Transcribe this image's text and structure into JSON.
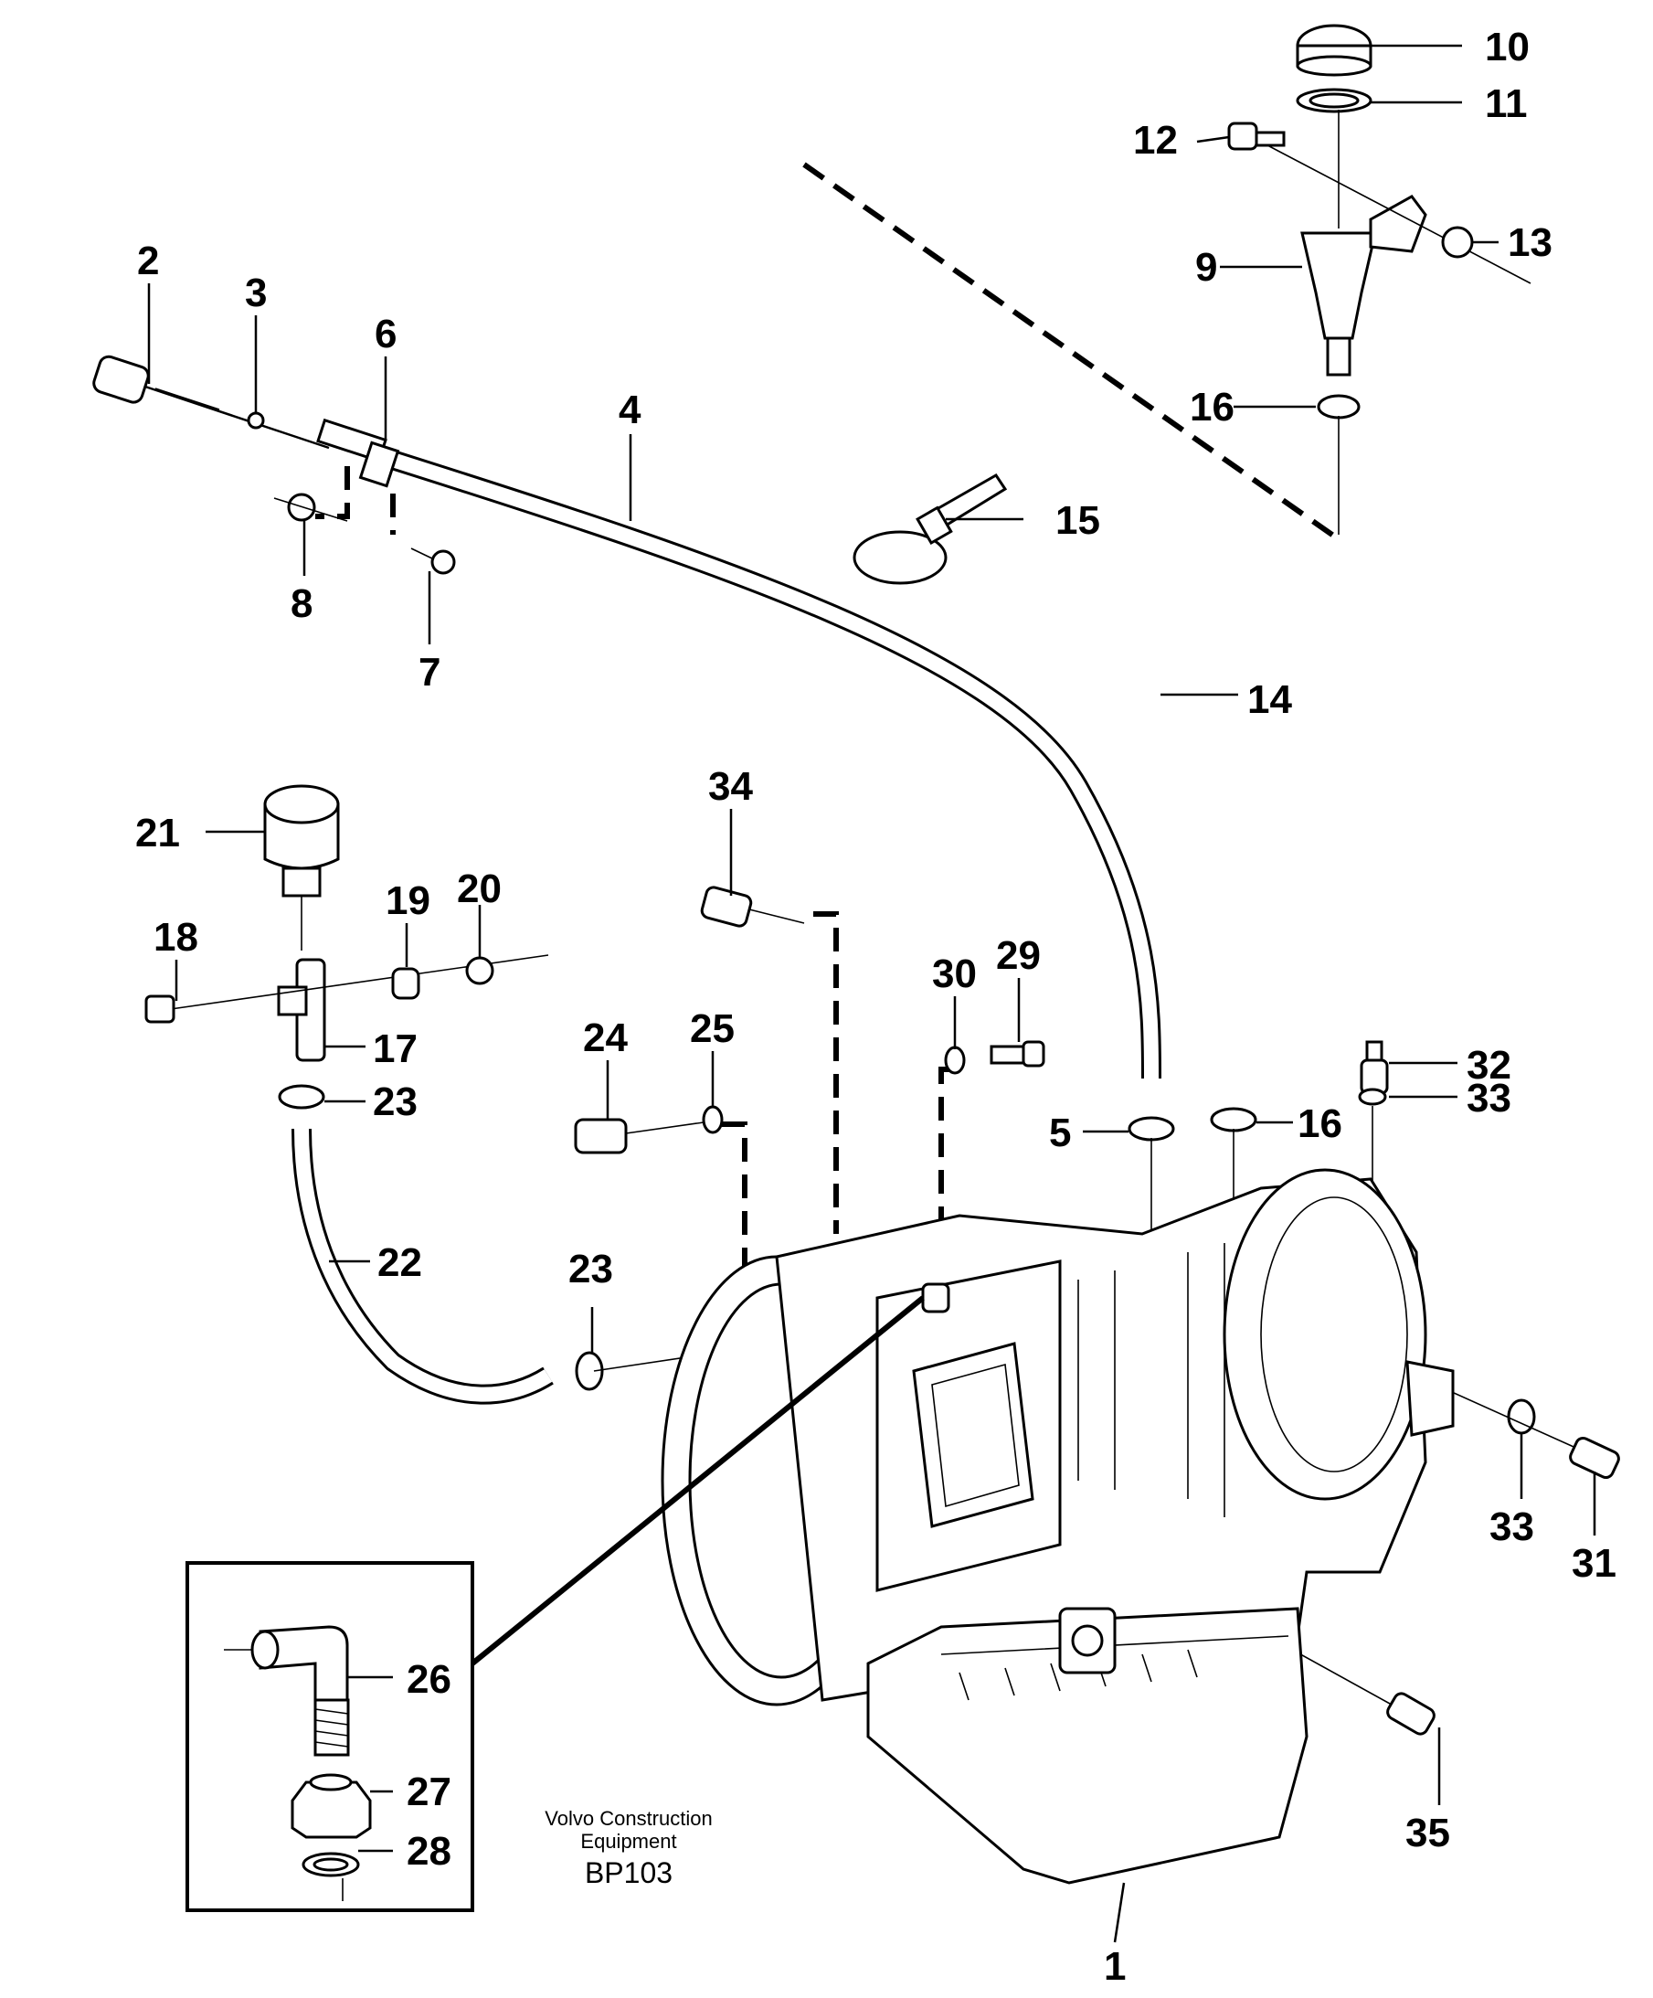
{
  "callouts": [
    "10",
    "11",
    "12",
    "13",
    "9",
    "16",
    "2",
    "3",
    "6",
    "4",
    "15",
    "8",
    "7",
    "14",
    "34",
    "21",
    "19",
    "20",
    "18",
    "30",
    "29",
    "24",
    "25",
    "17",
    "23",
    "32",
    "33",
    "5",
    "16",
    "22",
    "23",
    "33",
    "31",
    "26",
    "27",
    "28",
    "35",
    "1"
  ],
  "caption": {
    "line1": "Volvo Construction",
    "line2": "Equipment",
    "code": "BP103"
  }
}
